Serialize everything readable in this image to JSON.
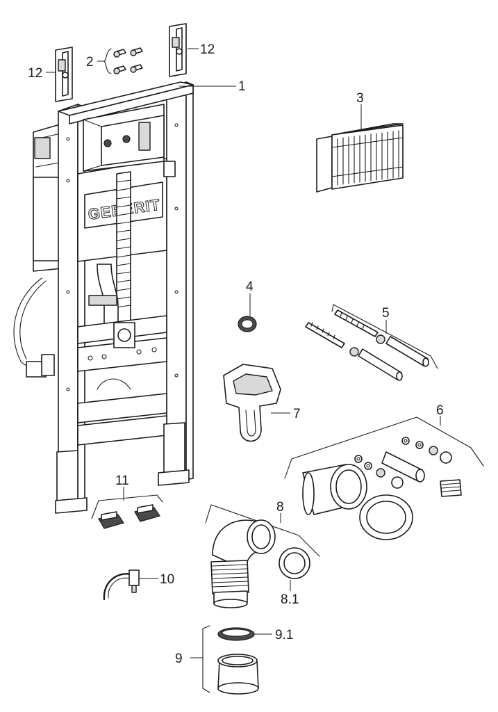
{
  "brand": {
    "logo_text": "GEBERIT"
  },
  "labels": {
    "l1": "1",
    "l2": "2",
    "l3": "3",
    "l4": "4",
    "l5": "5",
    "l6": "6",
    "l7": "7",
    "l8": "8",
    "l8_1": "8.1",
    "l9": "9",
    "l9_1": "9.1",
    "l10": "10",
    "l11": "11",
    "l12_left": "12",
    "l12_right": "12"
  }
}
